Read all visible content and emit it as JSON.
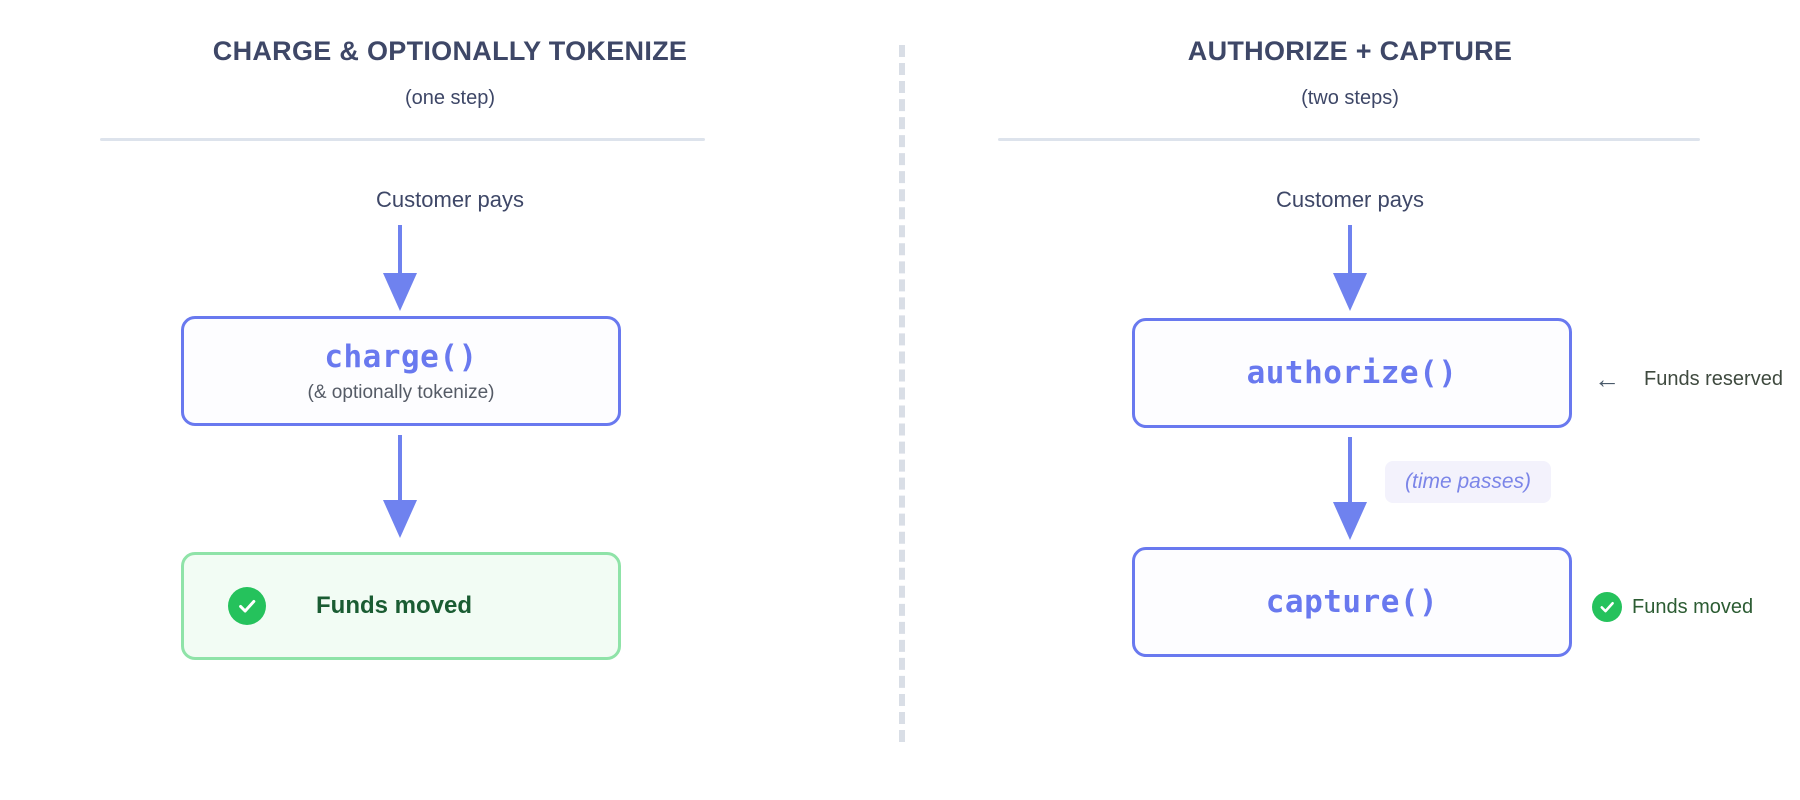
{
  "diagram": {
    "title_left": "CHARGE & OPTIONALLY TOKENIZE",
    "subtitle_left": "(one step)",
    "title_right": "AUTHORIZE + CAPTURE",
    "subtitle_right": "(two steps)"
  },
  "left_flow": {
    "entry_label": "Customer pays",
    "node_code": "charge()",
    "node_sub": "(& optionally tokenize)",
    "result_label": "Funds moved",
    "result_icon": "check-circle-icon"
  },
  "right_flow": {
    "entry_label": "Customer pays",
    "node1_code": "authorize()",
    "node1_annotation_arrow": "←",
    "node1_annotation_text": "Funds reserved",
    "time_label": "(time passes)",
    "node2_code": "capture()",
    "node2_annotation_icon": "check-circle-icon",
    "node2_annotation_text": "Funds moved"
  },
  "colors": {
    "accent_blue": "#6979ef",
    "arrow_blue": "#6f82ef",
    "title_slate": "#3e4767",
    "success_green": "#25c25c",
    "green_border": "#8fe3a8",
    "green_fill": "#f2fcf4",
    "green_text": "#1a5c32",
    "rule_gray": "#dde3ec",
    "divider_gray": "#d9dee6",
    "pill_fill": "#f3f2fc",
    "pill_text": "#7b85e8"
  }
}
